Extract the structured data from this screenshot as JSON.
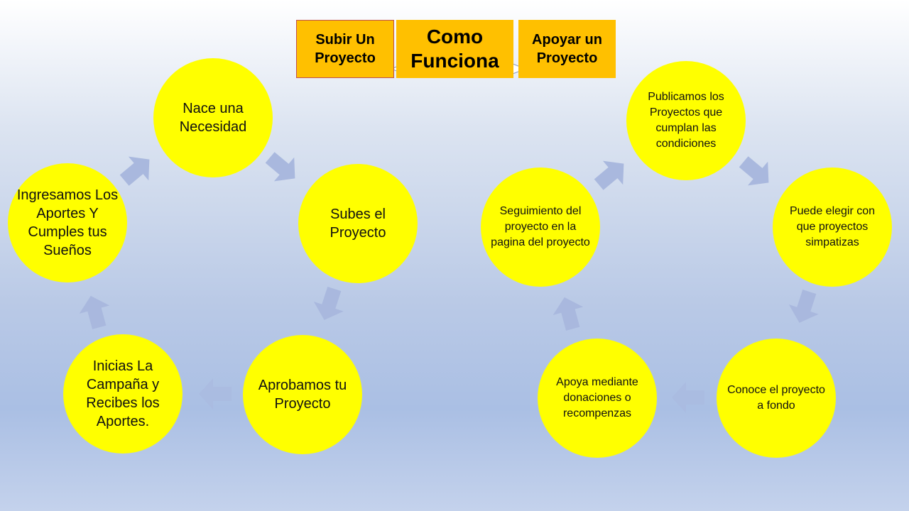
{
  "header": {
    "left_label": "Subir Un Proyecto",
    "center_label": "Como Funciona",
    "right_label": "Apoyar un Proyecto"
  },
  "left_cycle": [
    "Nace una Necesidad",
    "Subes el Proyecto",
    "Aprobamos tu Proyecto",
    "Inicias La Campaña y Recibes los Aportes.",
    "Ingresamos Los Aportes Y Cumples tus Sueños"
  ],
  "right_cycle": [
    "Publicamos los Proyectos que cumplan las condiciones",
    "Puede elegir con que proyectos simpatizas",
    "Conoce el proyecto a fondo",
    "Apoya mediante donaciones o recompenzas",
    "Seguimiento del proyecto en la pagina del proyecto"
  ],
  "colors": {
    "node": "#ffff00",
    "header_box": "#ffc000",
    "arrow": "#a9b8de",
    "accent_border": "#c0504d"
  }
}
